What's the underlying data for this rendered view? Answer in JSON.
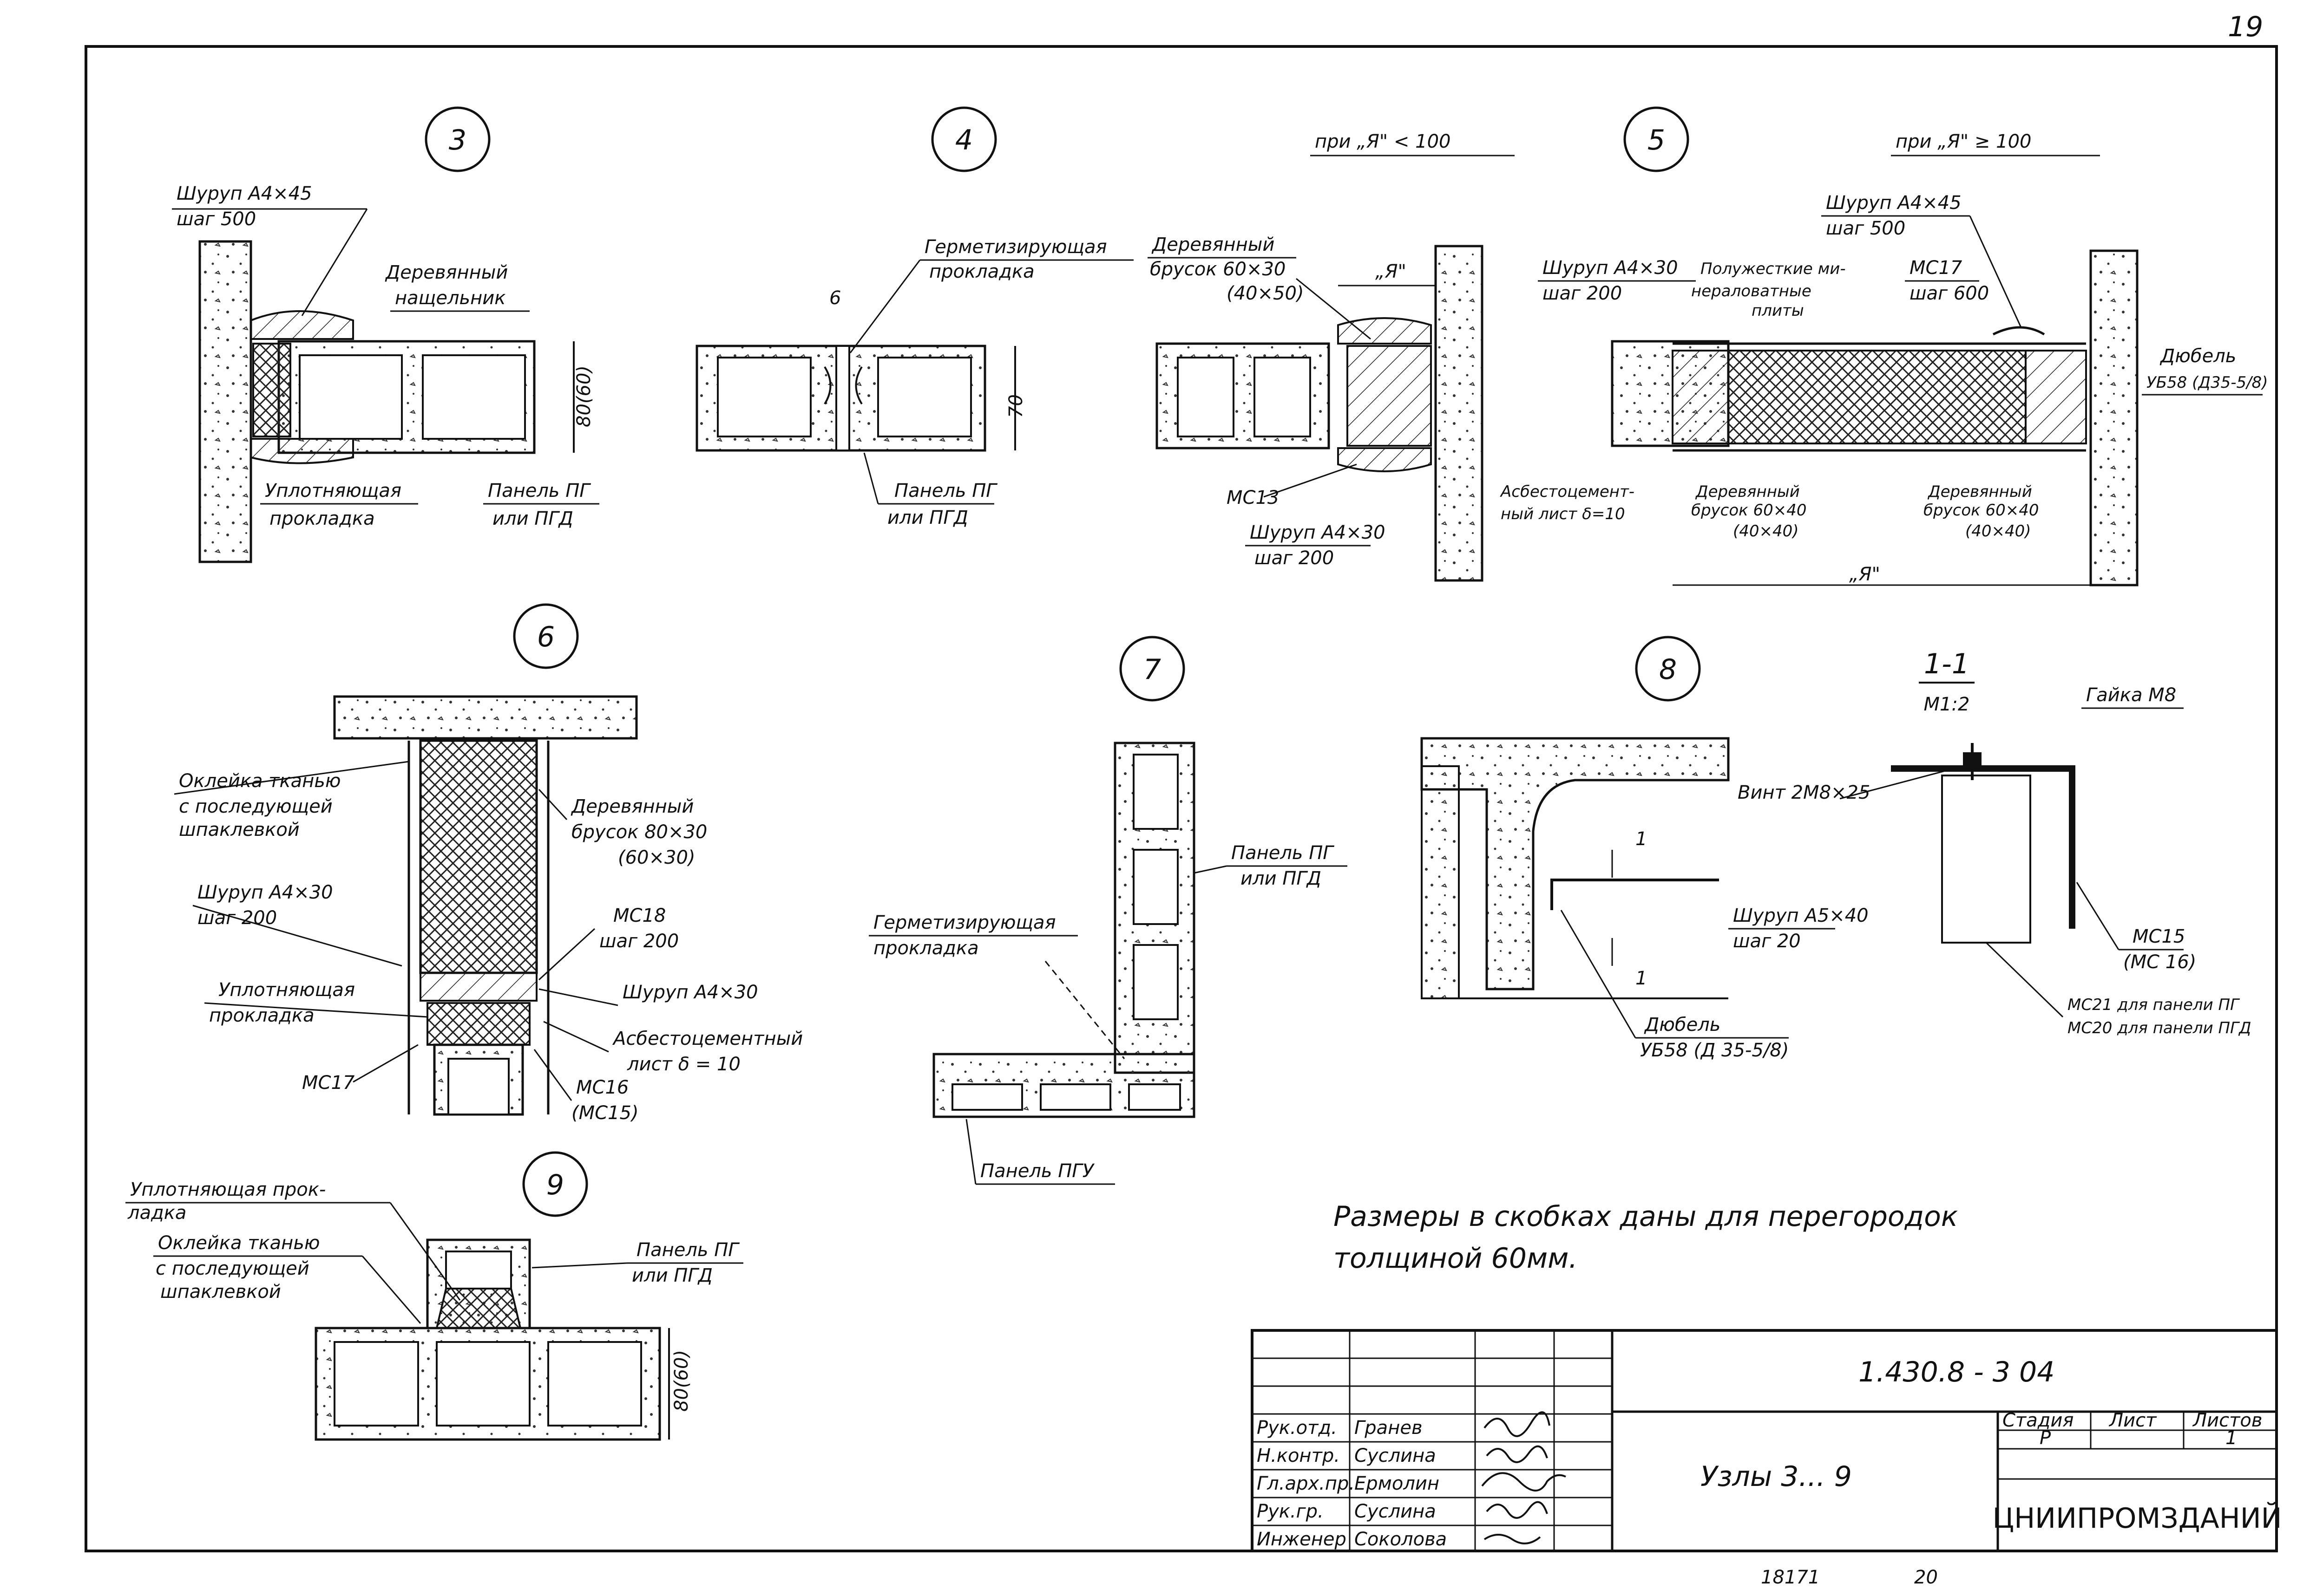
{
  "page": {
    "sheet_number": "19",
    "footer_left": "18171",
    "footer_right": "20"
  },
  "nodes": [
    {
      "id": "3",
      "labels": [
        "Шуруп А4×45",
        "шаг 500",
        "Деревянный",
        "нащельник",
        "Уплотняющая",
        "прокладка",
        "Панель ПГ",
        "или ПГД",
        "80(60)"
      ]
    },
    {
      "id": "4",
      "labels": [
        "Герметизирующая",
        "прокладка",
        "6",
        "Панель ПГ",
        "или ПГД",
        "70"
      ]
    },
    {
      "id": "5",
      "labels": [
        "при „Я\" < 100",
        "Деревянный",
        "брусок 60×30",
        "(40×50)",
        "„Я\"",
        "МС13",
        "Шуруп А4×30",
        "шаг 200",
        "при „Я\" ≥ 100",
        "Шуруп А4×45",
        "шаг 500",
        "Шуруп А4×30",
        "шаг 200",
        "Полужесткие ми-",
        "нераловатные",
        "плиты",
        "МС17",
        "шаг 600",
        "Дюбель",
        "УБ58 (Д35-5/8)",
        "Асбестоцемент-",
        "ный лист δ=10",
        "Деревянный",
        "брусок 60×40",
        "(40×40)",
        "Деревянный",
        "брусок 60×40",
        "(40×40)",
        "„Я\""
      ]
    },
    {
      "id": "6",
      "labels": [
        "Оклейка тканью",
        "с последующей",
        "шпаклевкой",
        "Деревянный",
        "брусок 80×30",
        "(60×30)",
        "Шуруп А4×30",
        "шаг 200",
        "МС18",
        "шаг 200",
        "Уплотняющая",
        "прокладка",
        "Шуруп А4×30",
        "Асбестоцементный",
        "лист δ = 10",
        "МС17",
        "МС16",
        "(МС15)"
      ]
    },
    {
      "id": "7",
      "labels": [
        "Панель ПГ",
        "или ПГД",
        "Герметизирующая",
        "прокладка",
        "Панель ПГУ"
      ]
    },
    {
      "id": "8",
      "labels": [
        "1",
        "1",
        "Шуруп А5×40",
        "шаг 20",
        "Дюбель",
        "УБ58 (Д 35-5/8)"
      ]
    },
    {
      "id": "section",
      "labels": [
        "1-1",
        "М1:2",
        "Гайка М8",
        "Винт 2М8×25",
        "МС15",
        "(МС 16)",
        "МС21 для панели ПГ",
        "МС20 для панели ПГД"
      ]
    },
    {
      "id": "9",
      "labels": [
        "Уплотняющая прок-",
        "ладка",
        "Оклейка тканью",
        "с последующей",
        "шпаклевкой",
        "Панель ПГ",
        "или ПГД",
        "80(60)"
      ]
    }
  ],
  "note": [
    "Размеры в скобках даны для перегородок",
    "толщиной 60мм."
  ],
  "title_block": {
    "code": "1.430.8 - 3 04",
    "title": "Узлы 3... 9",
    "stage_label": "Стадия",
    "sheet_label": "Лист",
    "sheets_label": "Листов",
    "stage": "Р",
    "sheets": "1",
    "organization": "ЦНИИПРОМЗДАНИЙ",
    "people": [
      {
        "role": "Рук.отд.",
        "name": "Гранев"
      },
      {
        "role": "Н.контр.",
        "name": "Суслина"
      },
      {
        "role": "Гл.арх.пр.",
        "name": "Ермолин"
      },
      {
        "role": "Рук.гр.",
        "name": "Суслина"
      },
      {
        "role": "Инженер",
        "name": "Соколова"
      }
    ]
  }
}
